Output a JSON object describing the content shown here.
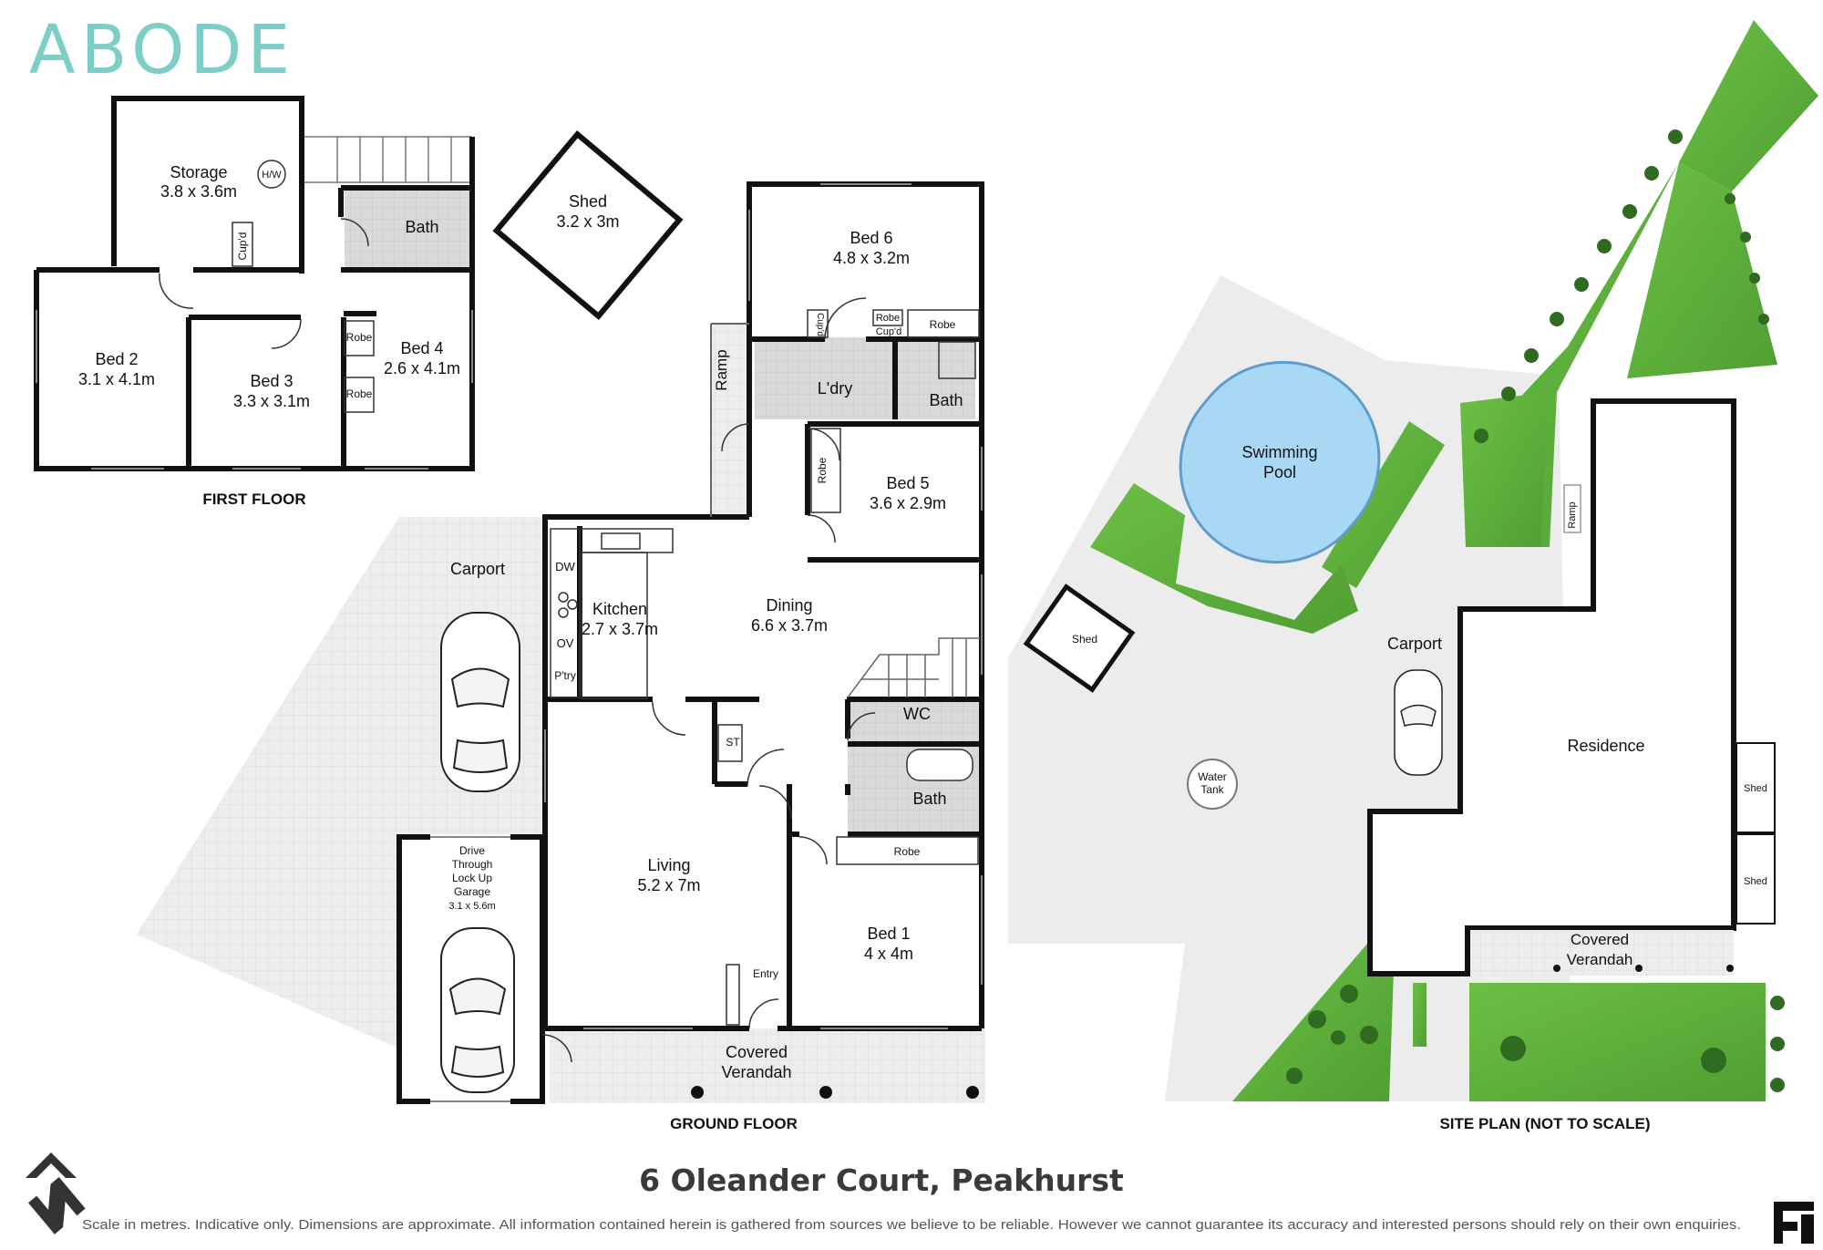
{
  "brand": "ABODE",
  "property_title": "6 Oleander Court, Peakhurst",
  "disclaimer": "Scale in metres. Indicative only. Dimensions are approximate. All information contained herein is gathered from sources we believe to be reliable. However we cannot guarantee its accuracy and interested persons should rely on their own enquiries.",
  "colors": {
    "brand": "#7ecec8",
    "wall": "#111111",
    "grass": "#5bb33b",
    "paving": "#ececec",
    "wet_area": "#d8d8d8",
    "pool": "#a9d8f5"
  },
  "first_floor": {
    "caption": "FIRST FLOOR",
    "storage_name": "Storage",
    "storage_dim": "3.8 x 3.6m",
    "hw": "H/W",
    "cupd": "Cup'd",
    "bath": "Bath",
    "bed2_name": "Bed 2",
    "bed2_dim": "3.1 x 4.1m",
    "bed3_name": "Bed 3",
    "bed3_dim": "3.3 x 3.1m",
    "bed4_name": "Bed 4",
    "bed4_dim": "2.6 x 4.1m",
    "robe": "Robe"
  },
  "ground_floor": {
    "caption": "GROUND FLOOR",
    "shed_name": "Shed",
    "shed_dim": "3.2 x 3m",
    "bed6_name": "Bed 6",
    "bed6_dim": "4.8 x 3.2m",
    "robe": "Robe",
    "cupd": "Cup'd",
    "laundry": "L'dry",
    "bath": "Bath",
    "ramp": "Ramp",
    "bed5_name": "Bed 5",
    "bed5_dim": "3.6 x 2.9m",
    "carport": "Carport",
    "kitchen_name": "Kitchen",
    "kitchen_dim": "2.7 x 3.7m",
    "dw": "DW",
    "ov": "OV",
    "pantry": "P'try",
    "dining_name": "Dining",
    "dining_dim": "6.6 x 3.7m",
    "wc": "WC",
    "st": "ST",
    "living_name": "Living",
    "living_dim": "5.2 x 7m",
    "bed1_name": "Bed 1",
    "bed1_dim": "4 x 4m",
    "entry": "Entry",
    "verandah_line1": "Covered",
    "verandah_line2": "Verandah",
    "garage_line1": "Drive",
    "garage_line2": "Through",
    "garage_line3": "Lock Up",
    "garage_line4": "Garage",
    "garage_dim": "3.1 x 5.6m"
  },
  "site_plan": {
    "caption": "SITE PLAN (NOT TO SCALE)",
    "pool_line1": "Swimming",
    "pool_line2": "Pool",
    "shed": "Shed",
    "water_line1": "Water",
    "water_line2": "Tank",
    "carport": "Carport",
    "residence": "Residence",
    "ramp": "Ramp",
    "verandah_line1": "Covered",
    "verandah_line2": "Verandah"
  }
}
